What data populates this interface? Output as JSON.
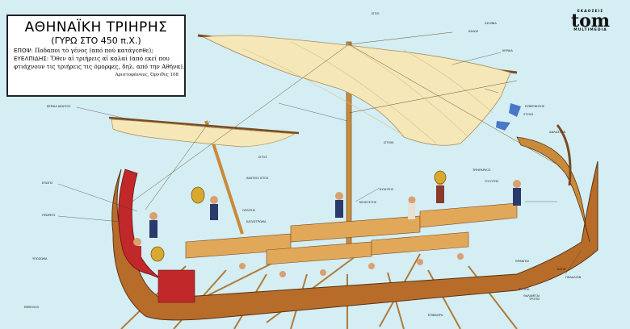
{
  "title_box": {
    "title": "ΑΘΗΝΑΪΚΗ ΤΡΙΗΡΗΣ",
    "subtitle": "(ΓΥΡΩ ΣΤΟ 450 π.Χ.)",
    "speaker1": "ΕΠΟΨ:",
    "line1": "Ποδαποι τὸ γένος (από πού κατάγεσθε);",
    "speaker2": "ΕΥΕΛΠΙΔΗΣ:",
    "line2": "Ὅθεν αἱ τριήρεις αἱ καλαί (από εκεί που",
    "line3": "φτιάχνουν τις τριήρεις τις όμορφες, δηλ. από την Αθήνα).",
    "citation": "Αριστοφάνους, Όρνιθες 108"
  },
  "logo": {
    "top": "ΕΚΔΟΣΕΙΣ",
    "mark": "tom",
    "bottom": "MULTIMEDIA"
  },
  "labels": {
    "l1": "ΚΕΡΑΙΑ ΑΚΑΤΙΟΥ",
    "l2": "ΚΕΡΑΙΑ",
    "l3": "ΙΣΤΙΟ",
    "l4": "ΙΣΤΙΟΝ",
    "l5": "ΕΠΩΤΙΣ",
    "l6": "ΚΑΤΑΣΤΡΩΜΑ",
    "l7": "ΚΩΠΗ",
    "l8": "ΠΗΔΑΛΙΟΝ",
    "l9": "ΕΜΒΟΛΟΣ",
    "l10": "ΑΦΛΑΣΤΟΝ",
    "l11": "ΙΣΤΟΣ",
    "l12": "ΑΚΑΤΙΟΣ ΙΣΤΟΣ",
    "l13": "ΘΡΑΝΙΤΑΙ",
    "l14": "ΖΥΓΙΤΑΙ",
    "l15": "ΘΑΛΑΜΙΤΑΙ",
    "l16": "ΣΤΥΛΙΣ",
    "l17": "ΤΡΙΗΡΑΡΧΟΣ",
    "l18": "ΚΥΒΕΡΝΗΤΗΣ",
    "l19": "ΟΠΛΙΤΗΣ",
    "l20": "ΤΟΞΟΤΗΣ",
    "l21": "ΠΡΩΡΕΥΣ",
    "l22": "ΑΥΛΗΤΗΣ",
    "l23": "ΚΕΛΕΥΣΤΗΣ",
    "l24": "ΥΠΟΖΩΜΑ",
    "l25": "ΤΡΟΠΙΣ",
    "l26": "ΕΠΙΒΑΘΡΑ",
    "l27": "ΚΑΛΩΣ",
    "l28": "ΣΧΟΙΝΙΑ"
  }
}
